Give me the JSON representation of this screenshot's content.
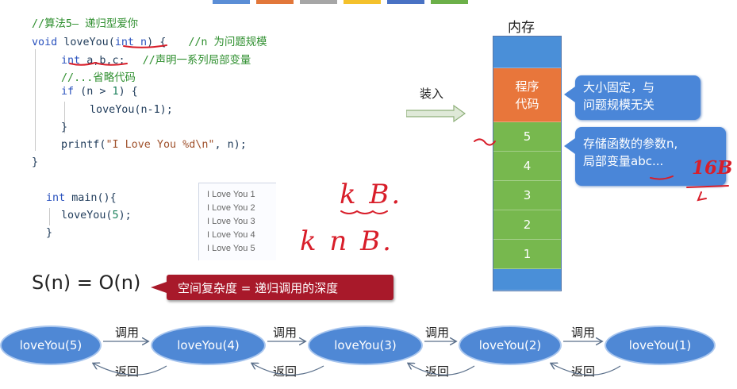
{
  "colors": {
    "topbar": [
      "#5b8ed6",
      "#e2773a",
      "#a6a6a6",
      "#f4c12c",
      "#4972c4",
      "#6cb049"
    ],
    "ink": "#d81e2a",
    "memory_blue": "#4a8fd8",
    "memory_orange": "#e8763b",
    "memory_green": "#77b84e",
    "callout": "#4a86d8",
    "space_banner": "#a8192a",
    "node": "#4f88d5"
  },
  "code": {
    "comment_title": "//算法5— 递归型爱你",
    "sig_void": "void",
    "sig_name": " loveYou(",
    "sig_param": "int n",
    "sig_end": ") {",
    "sig_comment": "//n 为问题规模",
    "decl_int": "int",
    "decl_vars": " a,b,c;",
    "decl_comment": "//声明一系列局部变量",
    "omit_comment": "//...省略代码",
    "if_kw": "if",
    "if_cond_a": " (n > ",
    "if_cond_num": "1",
    "if_cond_b": ") {",
    "recur_call": "loveYou(n-1);",
    "close_inner": "}",
    "printf_a": "printf(",
    "printf_str": "\"I Love You %d\\n\"",
    "printf_b": ", n);",
    "close_outer": "}",
    "main_int": "int",
    "main_rest": " main(){",
    "main_call_a": "loveYou(",
    "main_call_num": "5",
    "main_call_b": ");",
    "main_close": "}"
  },
  "output": {
    "lines": [
      "I Love You 1",
      "I Love You 2",
      "I Love You 3",
      "I Love You 4",
      "I Love You 5"
    ]
  },
  "memory": {
    "title": "内存",
    "program_line1": "程序",
    "program_line2": "代码",
    "frames": [
      "5",
      "4",
      "3",
      "2",
      "1"
    ]
  },
  "load_label": "装入",
  "callouts": {
    "fixed_size_line1": "大小固定，与",
    "fixed_size_line2": "问题规模无关",
    "params_line1": "存储函数的参数n,",
    "params_line2": "局部变量abc..."
  },
  "handwriting": {
    "k_b": "k B.",
    "kn_b": "k n B.",
    "size_16b": "16B"
  },
  "space": {
    "formula": "S(n) = O(n)",
    "desc": "空间复杂度 = 递归调用的深度"
  },
  "call_chain": {
    "nodes": [
      "loveYou(5)",
      "loveYou(4)",
      "loveYou(3)",
      "loveYou(2)",
      "loveYou(1)"
    ],
    "call_label": "调用",
    "return_label": "返回"
  }
}
